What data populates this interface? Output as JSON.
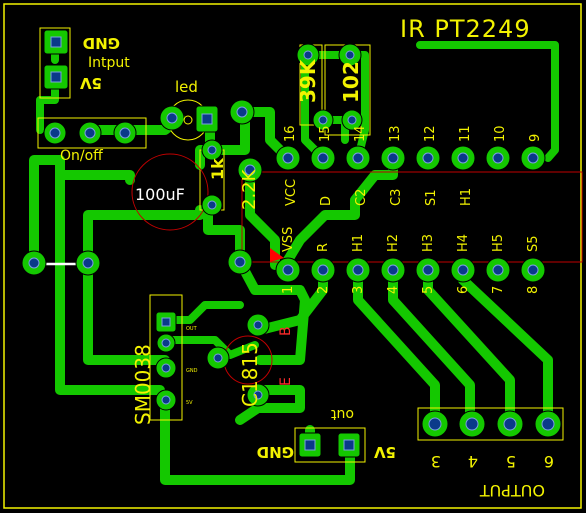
{
  "board": {
    "title": "IR PT2249",
    "colors": {
      "background": "#000000",
      "copper": "#14c800",
      "silkscreen": "#f2f200",
      "drill": "#0a3a8a",
      "component_outline": "#c00000"
    }
  },
  "labels": {
    "gnd_top": "GND",
    "input": "Intput",
    "v5_top": "5V",
    "onoff": "On/off",
    "led": "led",
    "cap": "100uF",
    "r1k": "1k",
    "r22k": "2.2K",
    "r39k": "39K",
    "c102": "102",
    "sm0038": "SM0038",
    "c1815": "C1815",
    "trans_b": "B",
    "trans_e": "E",
    "out_label": "out",
    "gnd_bottom": "GND",
    "v5_bottom": "5V",
    "output": "OUTPUT"
  },
  "ic": {
    "top_pins": [
      "16",
      "15",
      "14",
      "13",
      "12",
      "11",
      "10",
      "9"
    ],
    "top_names": [
      "VCC",
      "D",
      "C2",
      "C3",
      "S1",
      "H1",
      "",
      ""
    ],
    "bottom_names": [
      "VSS",
      "R",
      "H1",
      "H2",
      "H3",
      "H4",
      "H5",
      "S5"
    ],
    "bottom_pins": [
      "1",
      "2",
      "3",
      "4",
      "5",
      "6",
      "7",
      "8"
    ]
  },
  "output_pins": [
    "3",
    "4",
    "5",
    "6"
  ]
}
